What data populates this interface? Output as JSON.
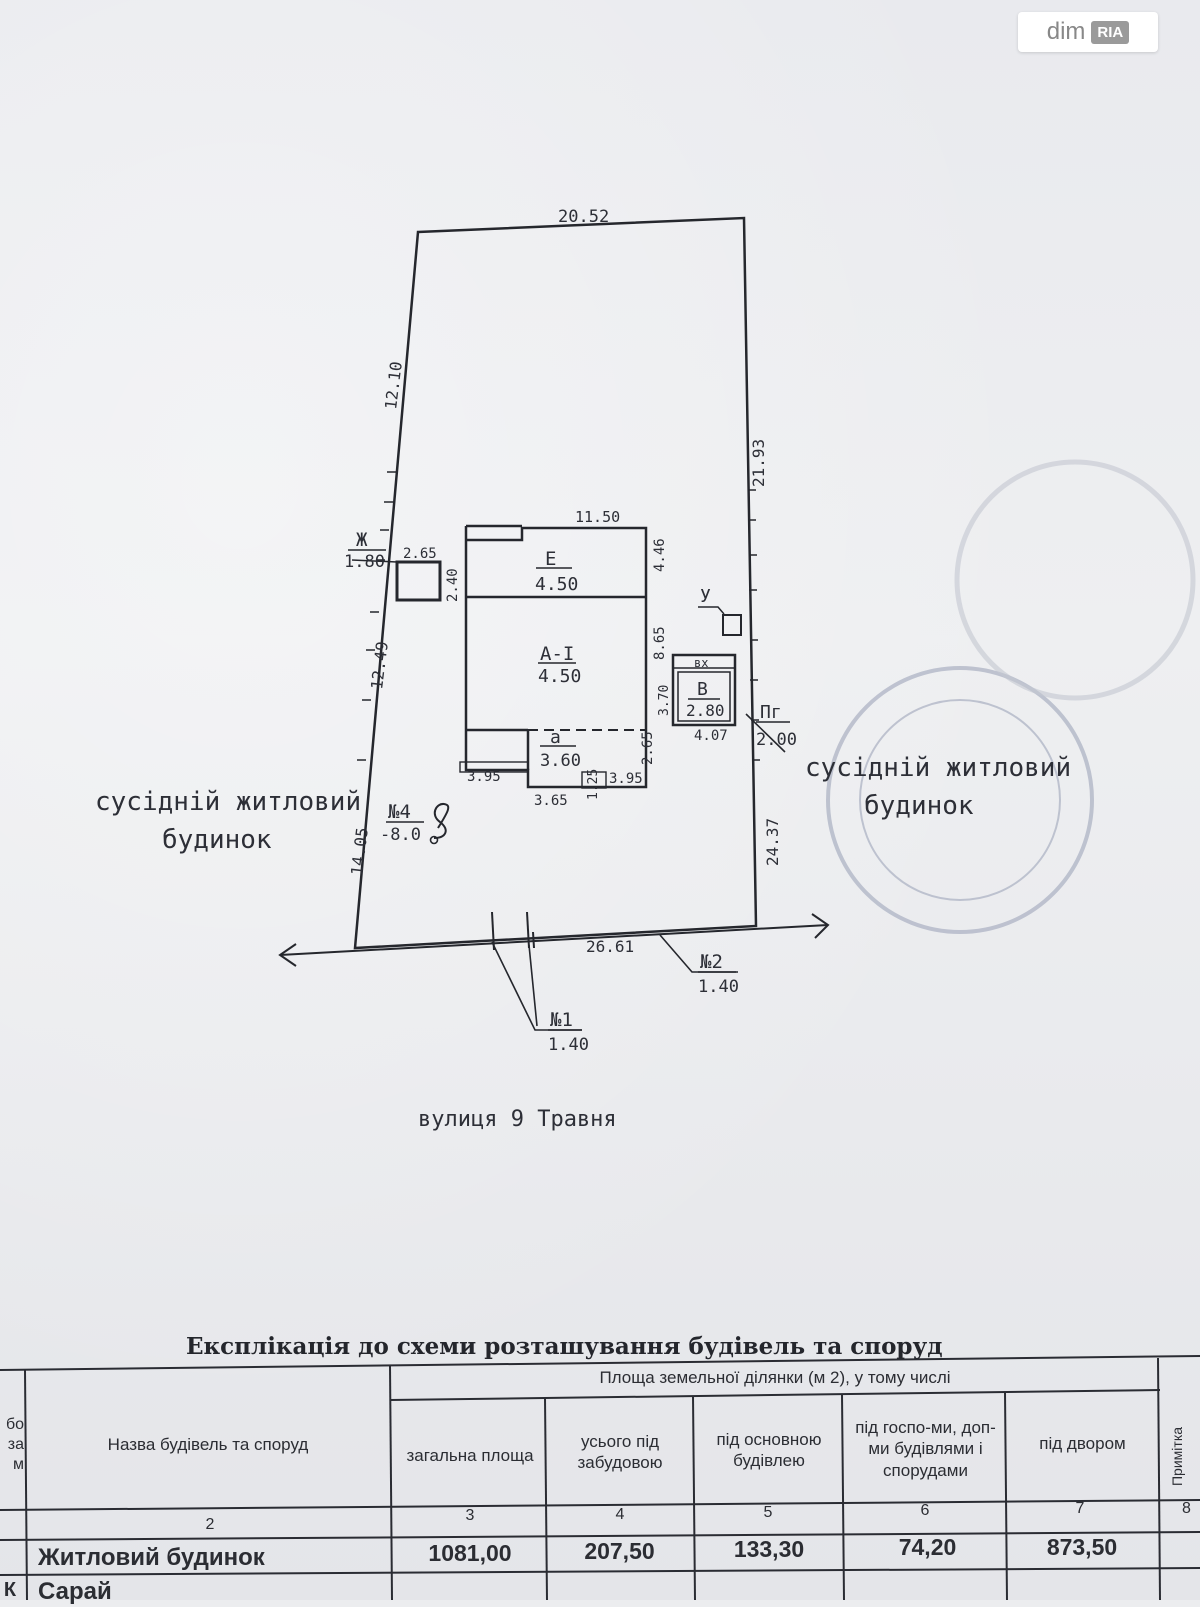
{
  "watermark": {
    "dim": "dim",
    "ria": "RIA"
  },
  "plan": {
    "dims": {
      "top": "20.52",
      "left_upper": "12.10",
      "left_mid": "12.49",
      "left_lower": "14.05",
      "right_upper": "21.93",
      "right_lower": "24.37",
      "bottom": "26.61",
      "house_top": "11.50",
      "house_e_right": "4.46",
      "house_a_right": "8.65",
      "house_a_lower_right": "2.65",
      "house_bottom_left": "3.95",
      "house_bottom_mid": "3.65",
      "house_bottom_step": "1.25",
      "house_bottom_right": "3.95",
      "zh_top": "2.65",
      "zh_right": "2.40",
      "b_left": "3.70",
      "b_bottom": "4.07"
    },
    "labels": {
      "e_letter": "Е",
      "e_height": "4.50",
      "a_letter": "А-І",
      "a_height": "4.50",
      "a_small_letter": "а",
      "a_small_height": "3.60",
      "zh_letter": "Ж",
      "zh_height": "1.80",
      "b_letter": "В",
      "b_height": "2.80",
      "b_vx": "вх",
      "u_letter": "У",
      "pg_letter": "Пг",
      "pg_height": "2.00",
      "n4": "№4",
      "n4_val": "-8.0",
      "n1": "№1",
      "n1_val": "1.40",
      "n2": "№2",
      "n2_val": "1.40",
      "left_neighbor_1": "сусідній житловий",
      "left_neighbor_2": "будинок",
      "right_neighbor_1": "сусідній житловий",
      "right_neighbor_2": "будинок",
      "street": "вулиця 9 Травня"
    }
  },
  "table": {
    "title": "Експлікація до схеми розташування будівель та споруд",
    "left_cut": [
      "бо",
      "за",
      "м"
    ],
    "header_name": "Назва будівель та споруд",
    "header_group": "Площа земельної ділянки (м 2), у тому числі",
    "header_cols": [
      "загальна площа",
      "усього під забудовою",
      "під основною будівлею",
      "під госпо-ми, доп-ми будівлями і спорудами",
      "під двором"
    ],
    "header_right_cut": "Примітка",
    "col_numbers": [
      "2",
      "3",
      "4",
      "5",
      "6",
      "7",
      "8"
    ],
    "rows": [
      {
        "prefix": "",
        "name": "Житловий будинок",
        "values": [
          "1081,00",
          "207,50",
          "133,30",
          "74,20",
          "873,50"
        ]
      },
      {
        "prefix": "К",
        "name": "Сарай",
        "values": [
          "",
          "",
          "",
          "",
          ""
        ]
      }
    ]
  }
}
